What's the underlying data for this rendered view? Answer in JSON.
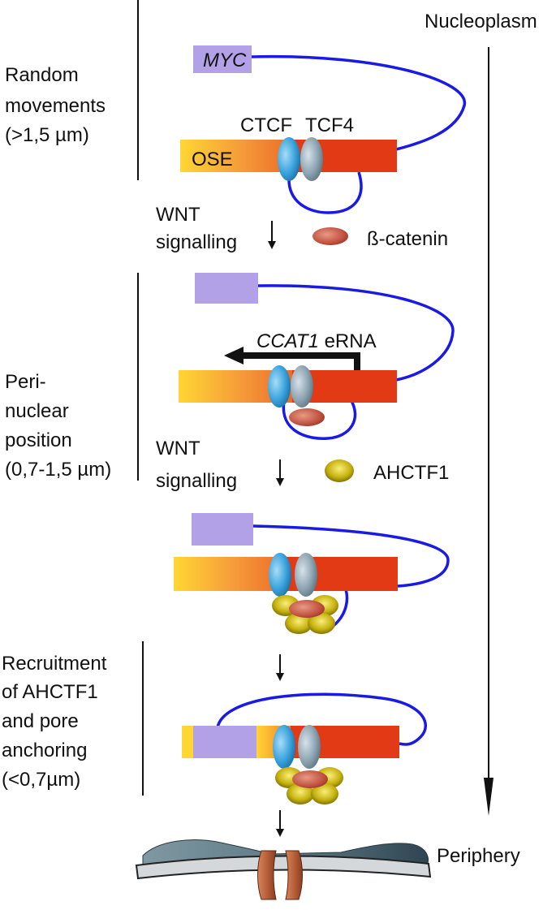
{
  "header": {
    "nucleoplasm": "Nucleoplasm"
  },
  "stage1": {
    "label_lines": [
      "Random",
      "movements",
      "(>1,5 µm)"
    ],
    "gene": "MYC",
    "enhancer": "OSE",
    "ctcf": "CTCF",
    "tcf4": "TCF4"
  },
  "step1": {
    "signal_lines": [
      "WNT",
      "signalling"
    ],
    "factor": "ß-catenin"
  },
  "stage2": {
    "label_lines": [
      "Peri-",
      "nuclear",
      "position",
      "(0,7-1,5 µm)"
    ],
    "erna_gene": "CCAT1",
    "erna_suffix": " eRNA"
  },
  "step2": {
    "signal_lines": [
      "WNT",
      "signalling"
    ],
    "factor": "AHCTF1"
  },
  "stage3": {
    "label_lines": [
      "Recruitment",
      "of AHCTF1",
      "and pore",
      "anchoring",
      "(<0,7µm)"
    ]
  },
  "footer": {
    "periphery": "Periphery"
  },
  "colors": {
    "myc": "#b2a1e6",
    "loop": "#1a1ae6",
    "ose_start": "#ffd633",
    "ose_mid": "#f07a28",
    "enhancer": "#e13a14",
    "ctcf": "#3aa4de",
    "tcf4": "#8fa6b4",
    "beta_catenin": "#c0503e",
    "ahctf1": "#c6b20e",
    "membrane": "#4f6a76",
    "pore": "#b8603a"
  }
}
